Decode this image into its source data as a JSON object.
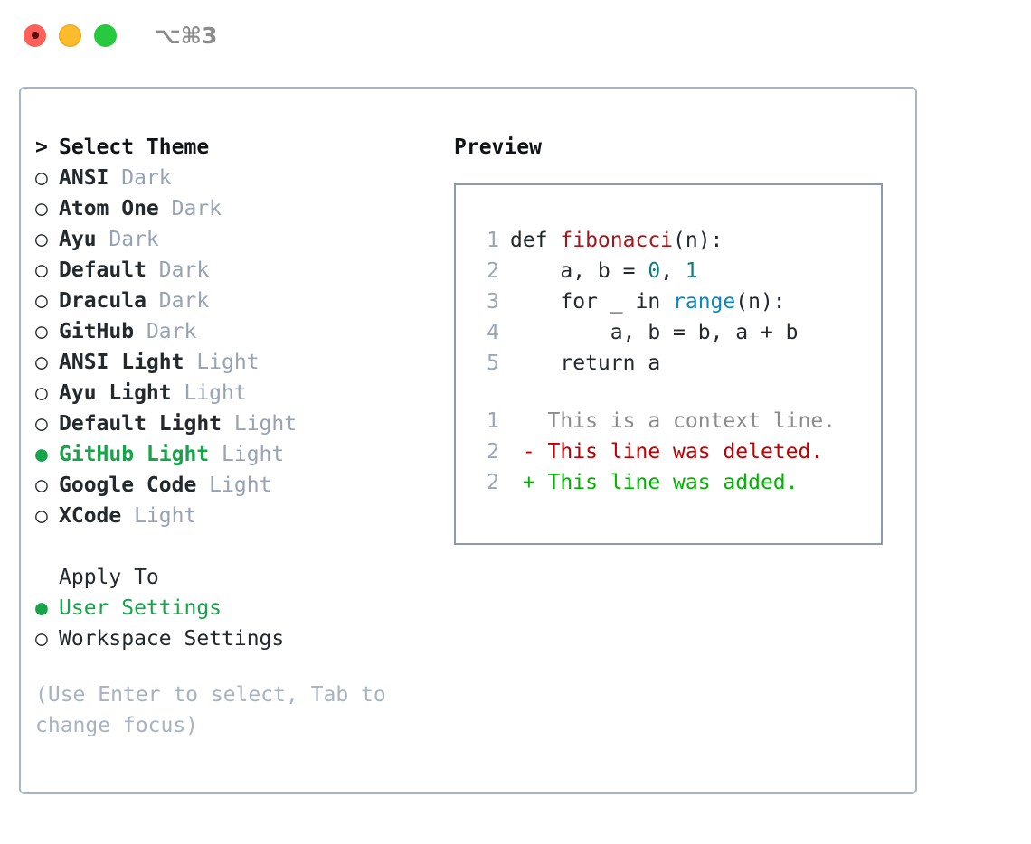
{
  "window": {
    "shortcut_label": "⌥⌘3",
    "traffic_lights": [
      {
        "name": "close",
        "color": "#fc6058"
      },
      {
        "name": "minimize",
        "color": "#fdbc2e"
      },
      {
        "name": "zoom",
        "color": "#28c83f"
      }
    ]
  },
  "theme_selector": {
    "header_prefix": ">",
    "header": "Select Theme",
    "marker_selected": "●",
    "marker_unselected": "○",
    "accent_color": "#16a34a",
    "items": [
      {
        "name": "ANSI",
        "variant": "Dark",
        "selected": false
      },
      {
        "name": "Atom One",
        "variant": "Dark",
        "selected": false
      },
      {
        "name": "Ayu",
        "variant": "Dark",
        "selected": false
      },
      {
        "name": "Default",
        "variant": "Dark",
        "selected": false
      },
      {
        "name": "Dracula",
        "variant": "Dark",
        "selected": false
      },
      {
        "name": "GitHub",
        "variant": "Dark",
        "selected": false
      },
      {
        "name": "ANSI Light",
        "variant": "Light",
        "selected": false
      },
      {
        "name": "Ayu Light",
        "variant": "Light",
        "selected": false
      },
      {
        "name": "Default Light",
        "variant": "Light",
        "selected": false
      },
      {
        "name": "GitHub Light",
        "variant": "Light",
        "selected": true
      },
      {
        "name": "Google Code",
        "variant": "Light",
        "selected": false
      },
      {
        "name": "XCode",
        "variant": "Light",
        "selected": false
      }
    ]
  },
  "apply_to": {
    "header": "Apply To",
    "options": [
      {
        "label": "User Settings",
        "selected": true
      },
      {
        "label": "Workspace Settings",
        "selected": false
      }
    ]
  },
  "hint": {
    "text": "(Use Enter to select, Tab to change focus)"
  },
  "preview": {
    "heading": "Preview",
    "border_color": "#8d99ae",
    "code": {
      "lines": [
        {
          "number": "1",
          "tokens": [
            {
              "text": "def ",
              "type": "plain"
            },
            {
              "text": "fibonacci",
              "type": "fn"
            },
            {
              "text": "(n):",
              "type": "plain"
            }
          ]
        },
        {
          "number": "2",
          "tokens": [
            {
              "text": "    a, b = ",
              "type": "plain"
            },
            {
              "text": "0",
              "type": "num"
            },
            {
              "text": ", ",
              "type": "plain"
            },
            {
              "text": "1",
              "type": "num"
            }
          ]
        },
        {
          "number": "3",
          "tokens": [
            {
              "text": "    for _ in ",
              "type": "plain"
            },
            {
              "text": "range",
              "type": "builtin"
            },
            {
              "text": "(n):",
              "type": "plain"
            }
          ]
        },
        {
          "number": "4",
          "tokens": [
            {
              "text": "        a, b = b, a + b",
              "type": "plain"
            }
          ]
        },
        {
          "number": "5",
          "tokens": [
            {
              "text": "    return a",
              "type": "plain"
            }
          ]
        }
      ]
    },
    "diff": {
      "lines": [
        {
          "number": "1",
          "sign": " ",
          "text": " This is a context line.",
          "kind": "context"
        },
        {
          "number": "2",
          "sign": "-",
          "text": " This line was deleted.",
          "kind": "deleted"
        },
        {
          "number": "2",
          "sign": "+",
          "text": " This line was added.",
          "kind": "added"
        }
      ],
      "colors": {
        "context": "#8b8b8b",
        "deleted": "#c00000",
        "added": "#00b300"
      }
    }
  }
}
